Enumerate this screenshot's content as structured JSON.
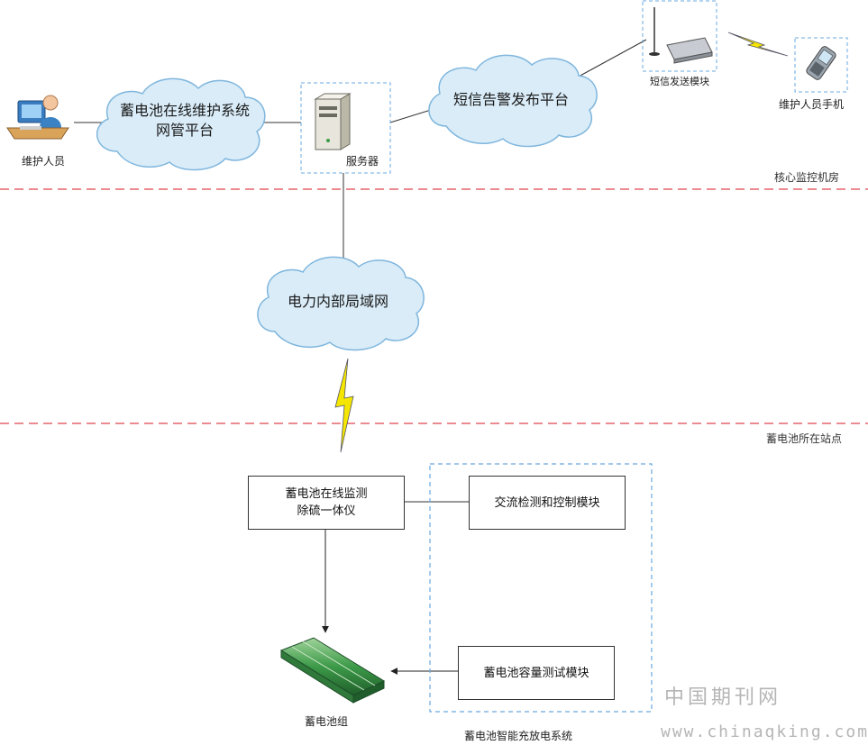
{
  "diagram": {
    "nodes": {
      "maintainer": "维护人员",
      "mgmt_platform_line1": "蓄电池在线维护系统",
      "mgmt_platform_line2": "网管平台",
      "server": "服务器",
      "sms_platform": "短信告警发布平台",
      "sms_module": "短信发送模块",
      "phone": "维护人员手机",
      "lan": "电力内部局域网",
      "monitor_line1": "蓄电池在线监测",
      "monitor_line2": "除硫一体仪",
      "ac_module": "交流检测和控制模块",
      "capacity_module": "蓄电池容量测试模块",
      "battery": "蓄电池组",
      "charge_system": "蓄电池智能充放电系统"
    },
    "zones": {
      "core_room": "核心监控机房",
      "battery_site": "蓄电池所在站点"
    },
    "colors": {
      "zone_divider": "#e0454f",
      "dashed_group": "#6aa9e0",
      "cloud_fill": "#d9ecf8",
      "cloud_stroke": "#7fb6dd",
      "lightning": "#f4e600"
    }
  },
  "watermark": {
    "cn": "中国期刊网",
    "url": "www.chinaqking.com"
  }
}
